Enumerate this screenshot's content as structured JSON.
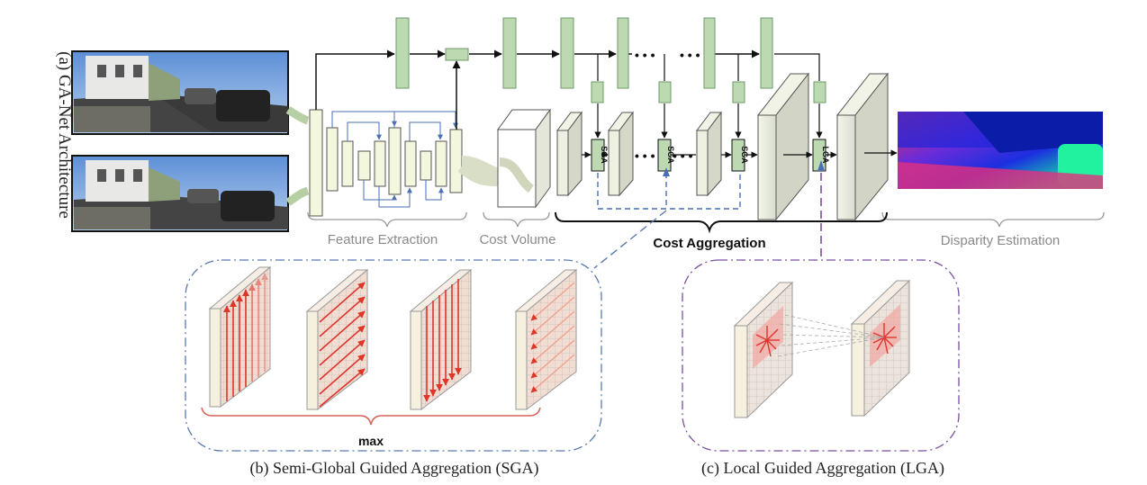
{
  "figure": {
    "side_label": "(a) GA-Net Architecture",
    "stages": {
      "feature_extraction": "Feature Extraction",
      "cost_volume": "Cost Volume",
      "cost_aggregation": "Cost Aggregation",
      "disparity_estimation": "Disparity Estimation"
    },
    "blocks": {
      "sga": "SGA",
      "lga": "LGA"
    },
    "dots": "• • •",
    "max_label": "max",
    "caption_b": "(b) Semi-Global Guided Aggregation (SGA)",
    "caption_c": "(c) Local Guided Aggregation (LGA)"
  },
  "colors": {
    "guidance_green": "#bcd9b2",
    "guidance_border": "#6e9a66",
    "arrow_blue": "#4a6fb5",
    "sga_box_border": "#5a78b0",
    "lga_box_border": "#7a4fa0",
    "brace_gray": "#9a9a9a",
    "red_arrow": "#e0352b"
  }
}
